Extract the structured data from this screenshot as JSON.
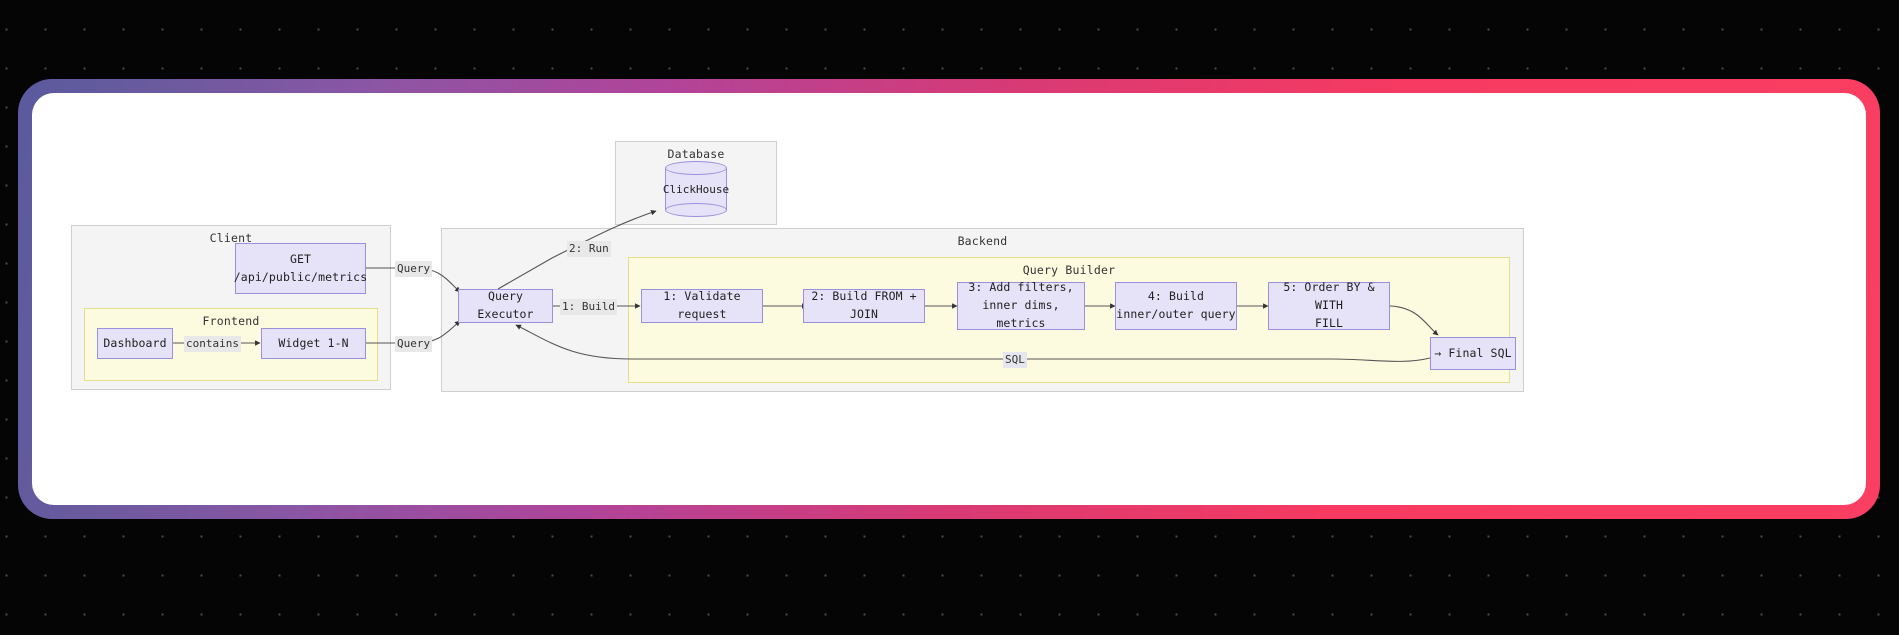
{
  "canvas": {
    "background_color": "#050505",
    "dot_color": "#4a4a4a",
    "card_gradient_from": "#5a5a9e",
    "card_gradient_to": "#fa3f62",
    "card_surface": "#ffffff"
  },
  "theme": {
    "node_fill": "#e6e3f8",
    "node_border": "#9a90dd",
    "cluster_fill": "#f4f4f4",
    "cluster_border": "#cfcfcf",
    "cluster_yellow_fill": "#fdfbdf",
    "cluster_yellow_border": "#e3e08a",
    "edge_color": "#555555",
    "edge_label_bg": "#e8e8e8"
  },
  "clusters": {
    "client": {
      "title": "Client"
    },
    "frontend": {
      "title": "Frontend"
    },
    "database": {
      "title": "Database"
    },
    "backend": {
      "title": "Backend"
    },
    "query_builder": {
      "title": "Query Builder"
    }
  },
  "nodes": {
    "get_metrics": {
      "line1": "GET",
      "line2": "/api/public/metrics"
    },
    "dashboard": {
      "label": "Dashboard"
    },
    "widget": {
      "label": "Widget 1-N"
    },
    "clickhouse": {
      "label": "ClickHouse"
    },
    "query_executor": {
      "label": "Query Executor"
    },
    "step1": {
      "line1": "1: Validate request",
      "line2": ""
    },
    "step2": {
      "line1": "2: Build FROM + JOIN",
      "line2": ""
    },
    "step3": {
      "line1": "3: Add filters,",
      "line2": "inner dims, metrics"
    },
    "step4": {
      "line1": "4: Build",
      "line2": "inner/outer query"
    },
    "step5": {
      "line1": "5: Order BY & WITH",
      "line2": "FILL"
    },
    "final_sql": {
      "label": "→ Final SQL"
    }
  },
  "edges": {
    "api_to_executor": {
      "label": "Query"
    },
    "widget_to_executor": {
      "label": "Query"
    },
    "executor_to_clickhouse": {
      "label": "2: Run"
    },
    "executor_to_builder": {
      "label": "1: Build"
    },
    "dashboard_contains_widget": {
      "label": "contains"
    },
    "final_sql_to_executor": {
      "label": "SQL"
    }
  }
}
